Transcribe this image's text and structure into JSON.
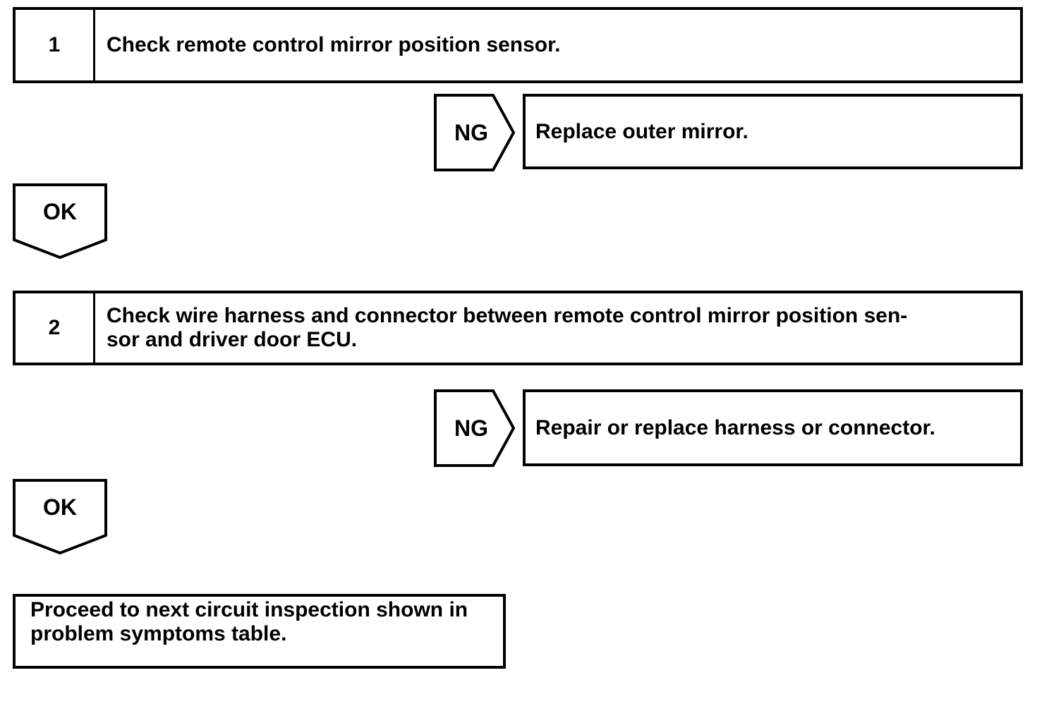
{
  "colors": {
    "ink": "#000000",
    "paper": "#ffffff"
  },
  "flowchart": {
    "steps": [
      {
        "number": "1",
        "instruction": "Check remote control mirror position sensor.",
        "ng_label": "NG",
        "ng_result": "Replace outer mirror.",
        "ok_label": "OK"
      },
      {
        "number": "2",
        "instruction": "Check wire harness and connector between remote control mirror position sen­sor and driver door ECU.",
        "ng_label": "NG",
        "ng_result": "Repair or replace harness or connector.",
        "ok_label": "OK"
      }
    ],
    "terminal": {
      "text": "Proceed to next circuit inspection shown in problem symptoms table."
    }
  }
}
